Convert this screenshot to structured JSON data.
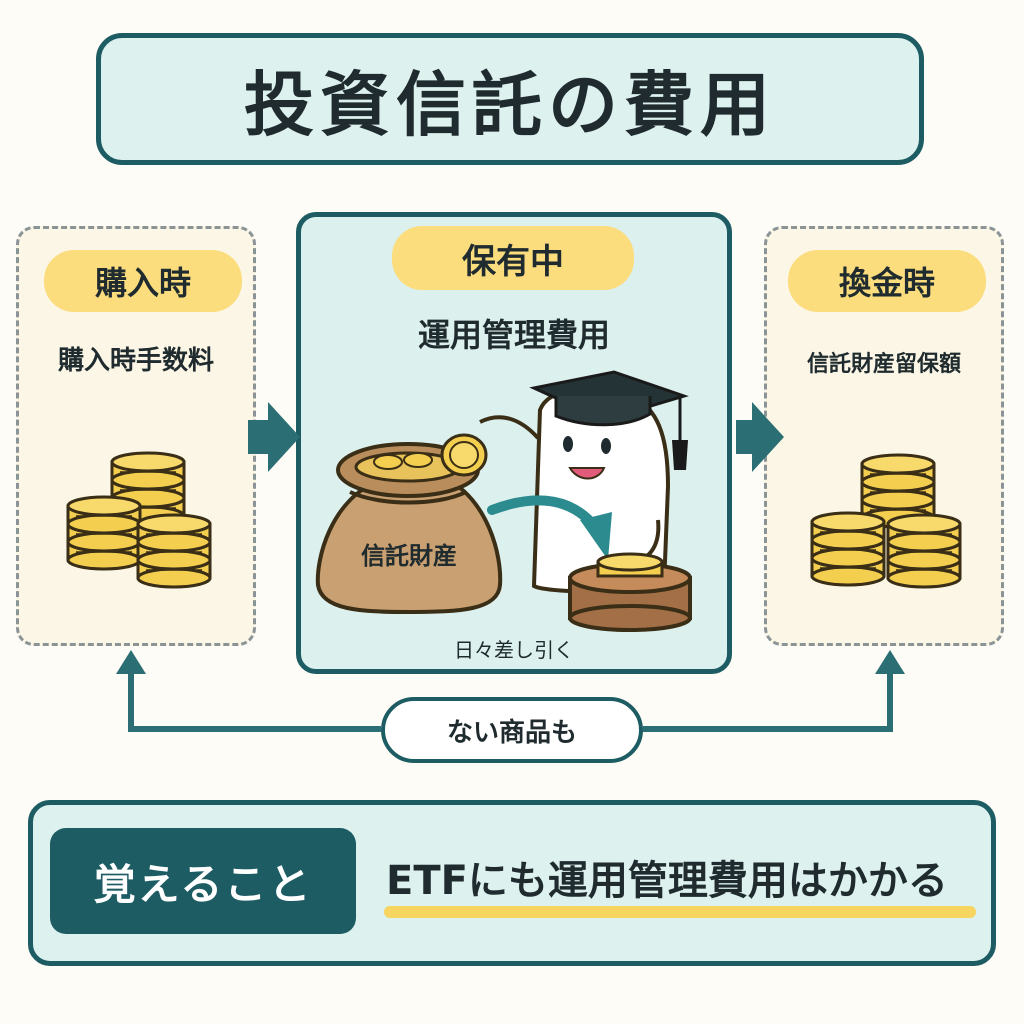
{
  "title": "投資信託の費用",
  "stages": {
    "purchase": {
      "heading": "購入時",
      "fee": "購入時手数料"
    },
    "holding": {
      "heading": "保有中",
      "fee": "運用管理費用",
      "bag_label": "信託財産",
      "deduction_note": "日々差し引く"
    },
    "redemption": {
      "heading": "換金時",
      "fee": "信託財産留保額"
    }
  },
  "shared_note": "ない商品も",
  "memo": {
    "label": "覚えること",
    "text": "ETFにも運用管理費用はかかる"
  },
  "colors": {
    "teal": "#1d5c63",
    "mint": "#ddf1ee",
    "yellow": "#fbdd7e",
    "coin": "#f4cf4f",
    "coin_edge": "#3a2e16",
    "bag": "#c9a071",
    "cream": "#fcf6e6"
  },
  "icons": [
    "coin-stack-icon",
    "money-bag-icon",
    "graduation-cap-icon",
    "ghost-mascot-icon",
    "coin-tray-icon",
    "arrow-right-icon",
    "arrow-up-icon"
  ]
}
